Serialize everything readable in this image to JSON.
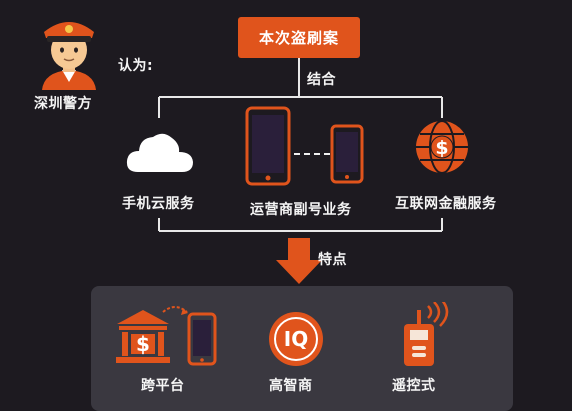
{
  "police": {
    "label": "深圳警方",
    "says": "认为:"
  },
  "case_title": "本次盗刷案",
  "combine_label": "结合",
  "sources": [
    {
      "label": "手机云服务",
      "icon": "cloud-icon"
    },
    {
      "label": "运营商副号业务",
      "icon": "phones-icon"
    },
    {
      "label": "互联网金融服务",
      "icon": "dollar-globe-icon"
    }
  ],
  "features_label": "特点",
  "features": [
    {
      "label": "跨平台",
      "icon": "bank-phone-icon"
    },
    {
      "label": "高智商",
      "icon": "iq-icon",
      "iq_text": "IQ"
    },
    {
      "label": "遥控式",
      "icon": "remote-control-icon"
    }
  ],
  "colors": {
    "accent": "#e0541c",
    "background": "#1d1a20",
    "panel": "#3a3840"
  }
}
